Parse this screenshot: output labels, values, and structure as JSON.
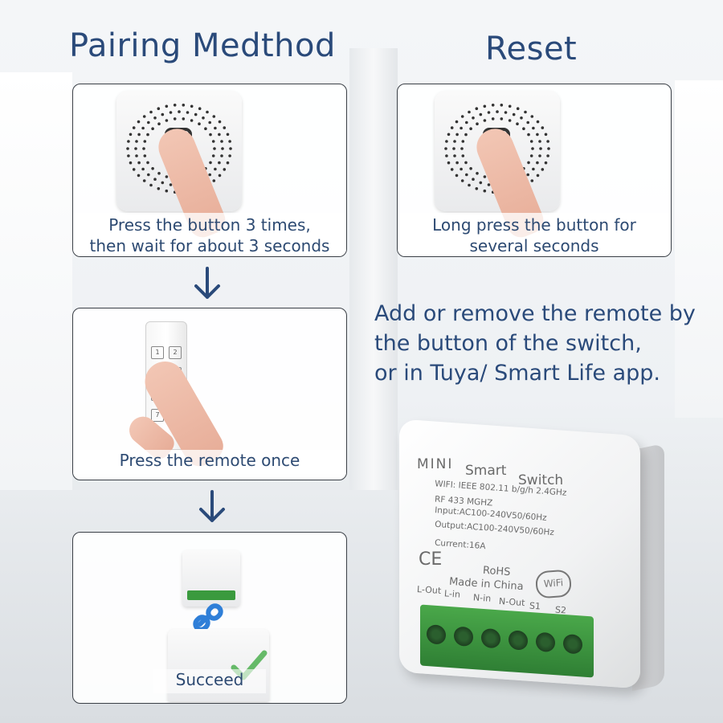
{
  "titles": {
    "pairing": "Pairing Medthod",
    "reset": "Reset"
  },
  "steps": {
    "step1": {
      "line1": "Press the button 3 times,",
      "line2": "then wait for about 3 seconds"
    },
    "step2": {
      "caption": "Press the remote once"
    },
    "step3": {
      "caption": "Succeed"
    },
    "reset": {
      "line1": "Long press the button for",
      "line2": "several seconds"
    }
  },
  "side_text": {
    "line1": "Add or remove the remote by",
    "line2": "the button of the switch,",
    "line3": "or in Tuya/ Smart Life app."
  },
  "device": {
    "mini": "MINI",
    "smart": "Smart",
    "switch": "Switch",
    "wifi_spec": "WIFI: IEEE 802.11 b/g/h 2.4GHz",
    "rf_spec": "RF 433 MGHZ",
    "input": "Input:AC100-240V50/60Hz",
    "output": "Output:AC100-240V50/60Hz",
    "current": "Current:16A",
    "ce": "CE",
    "rohs": "RoHS",
    "made_in": "Made in China",
    "wifi_badge": "WiFi",
    "terminals": [
      "L-Out",
      "L-in",
      "N-in",
      "N-Out",
      "S1",
      "S2"
    ]
  },
  "remote_keys": [
    "1",
    "2",
    "3",
    "4",
    "5",
    "6",
    "7",
    "8"
  ],
  "colors": {
    "heading": "#2a4a7a",
    "terminal_green": "#3a9a3e",
    "check_green": "#4caf50",
    "link_blue": "#2f7fd8"
  }
}
